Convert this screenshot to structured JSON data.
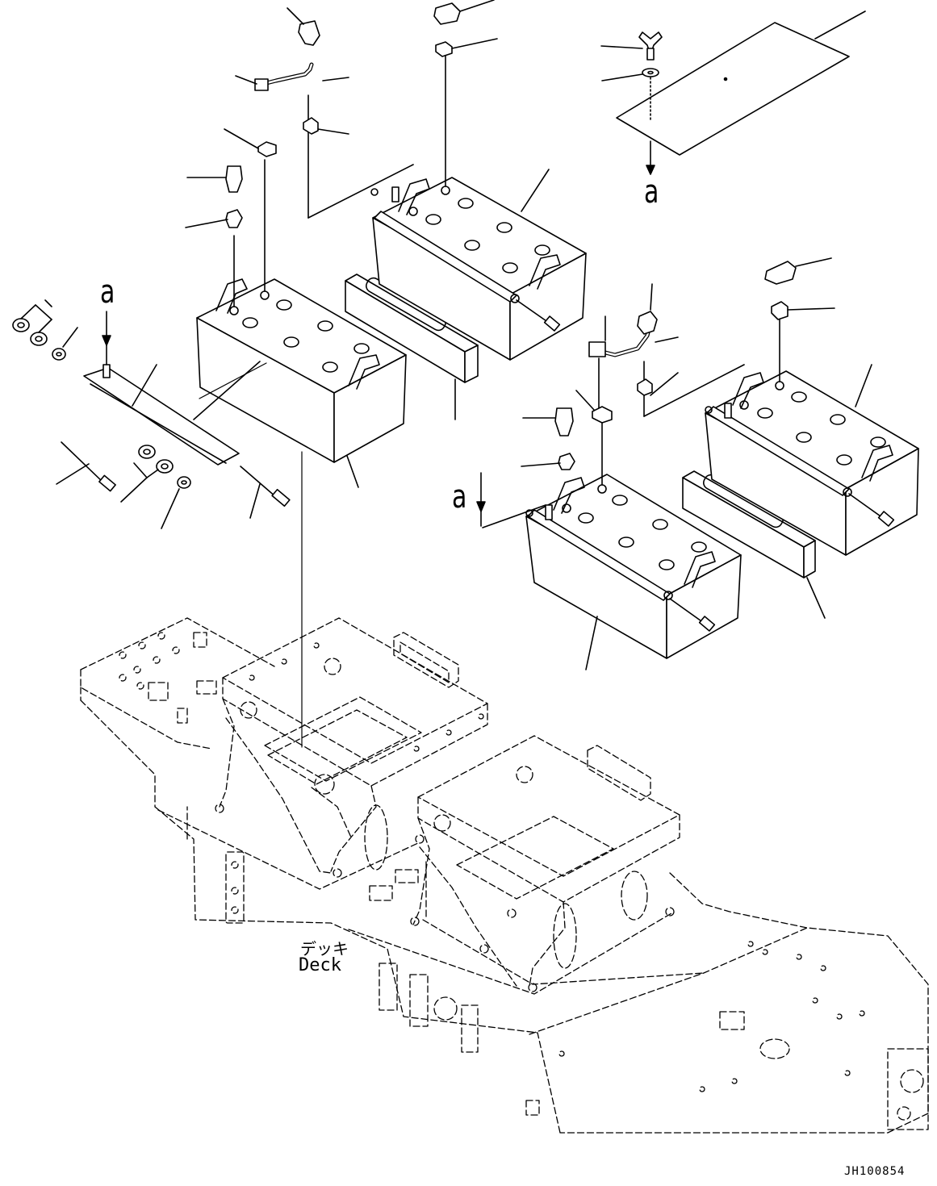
{
  "labels": {
    "arrow_a": "a",
    "deck_jp": "デッキ",
    "deck_en": "Deck",
    "drawing_ref": "JH100854"
  }
}
